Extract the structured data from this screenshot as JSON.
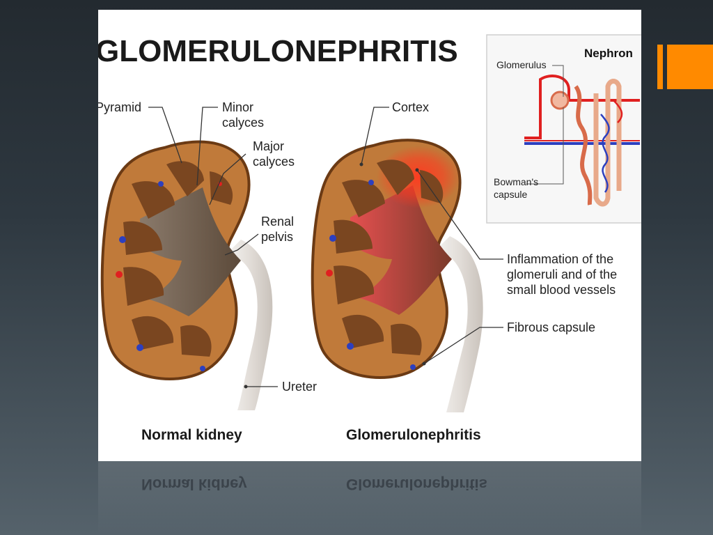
{
  "slide": {
    "title": "GLOMERULONEPHRITIS",
    "accent_color": "#ff8a00"
  },
  "diagram": {
    "labels": {
      "pyramid": "Pyramid",
      "minor_calyces_1": "Minor",
      "minor_calyces_2": "calyces",
      "major_calyces_1": "Major",
      "major_calyces_2": "calyces",
      "renal_pelvis_1": "Renal",
      "renal_pelvis_2": "pelvis",
      "ureter": "Ureter",
      "cortex": "Cortex",
      "inflammation_1": "Inflammation of the",
      "inflammation_2": "glomeruli and of the",
      "inflammation_3": "small blood vessels",
      "fibrous_capsule": "Fibrous capsule"
    },
    "captions": {
      "normal": "Normal kidney",
      "diseased": "Glomerulonephritis"
    },
    "inset": {
      "title": "Nephron",
      "glomerulus": "Glomerulus",
      "bowmans_1": "Bowman's",
      "bowmans_2": "capsule"
    },
    "colors": {
      "kidney_tissue": "#c07a3a",
      "kidney_outline": "#6b3a14",
      "pyramid": "#7a4620",
      "pelvis_normal": "#a89b8e",
      "pelvis_inflamed": "#d94848",
      "inflammation": "#ff2a1a",
      "ureter": "#e9e6e3",
      "artery": "#e02020",
      "vein": "#2c3fbf"
    }
  }
}
